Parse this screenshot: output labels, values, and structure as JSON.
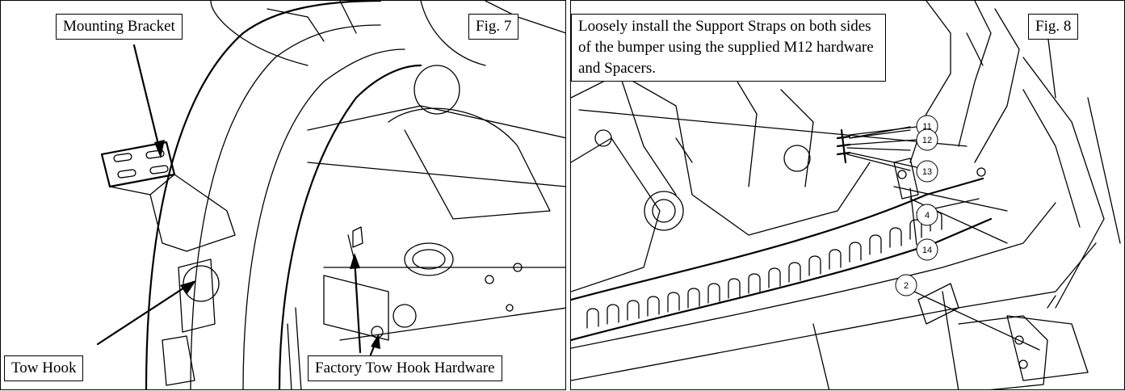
{
  "fig7": {
    "fig_label": "Fig. 7",
    "mounting_bracket": "Mounting Bracket",
    "tow_hook": "Tow Hook",
    "factory_hardware": "Factory Tow Hook Hardware"
  },
  "fig8": {
    "fig_label": "Fig. 8",
    "instruction": "Loosely install the Support Straps on both sides of the bumper using the supplied M12 hardware and Spacers.",
    "callouts": [
      "11",
      "12",
      "13",
      "4",
      "14",
      "2"
    ]
  }
}
